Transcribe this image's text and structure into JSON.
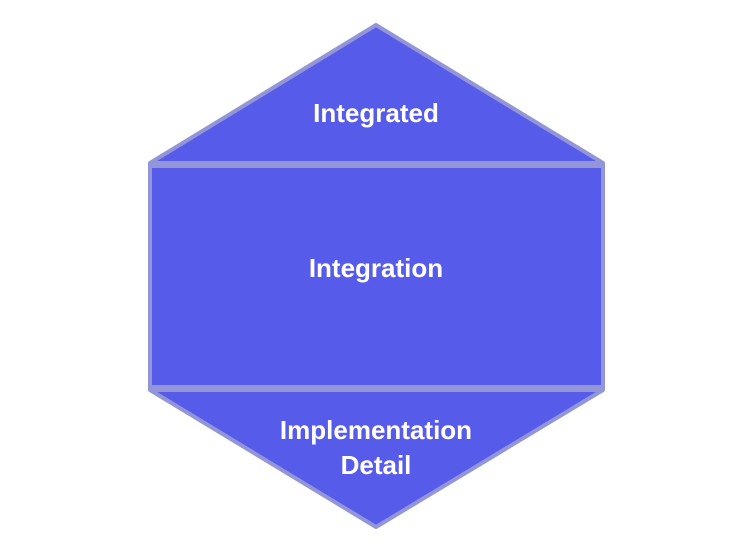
{
  "diagram": {
    "colors": {
      "fill": "#575BEA",
      "stroke": "#9296D8",
      "text": "#ffffff",
      "background": "#ffffff"
    },
    "sections": {
      "top": {
        "label": "Integrated"
      },
      "middle": {
        "label": "Integration"
      },
      "bottom": {
        "line1": "Implementation",
        "line2": "Detail"
      }
    }
  }
}
